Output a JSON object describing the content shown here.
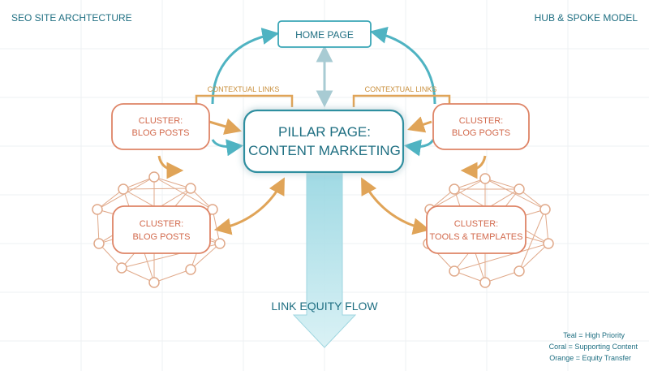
{
  "title_left": "SEO SITE ARCHTECTURE",
  "title_right": "HUB & SPOKE MODEL",
  "home_page": "HOME PAGE",
  "pillar": {
    "line1": "PILLAR PAGE:",
    "line2": "CONTENT MARKETING"
  },
  "contextual_links_left": "CONTEXTUAL LINKS",
  "contextual_links_right": "CONTEXTUAL LINKS",
  "cluster_top_left": {
    "line1": "CLUSTER:",
    "line2": "BLOG POSTS"
  },
  "cluster_top_right": {
    "line1": "CLUSTER:",
    "line2": "BLOG POGTS"
  },
  "cluster_bottom_left": {
    "line1": "CLUSTER:",
    "line2": "BLOG POSTS"
  },
  "cluster_bottom_right": {
    "line1": "CLUSTER:",
    "line2": "TOOLS & TEMPLATES"
  },
  "equity_flow": "LINK EQUITY FLOW",
  "legend": [
    "Teal = High Priority",
    "Coral = Supporting Content",
    "Orange = Equity Transfer"
  ],
  "colors": {
    "teal": "#3aa6b6",
    "teal_dark": "#1f6f82",
    "coral": "#de8466",
    "orange": "#e0a458",
    "grid": "#eef1f3"
  }
}
